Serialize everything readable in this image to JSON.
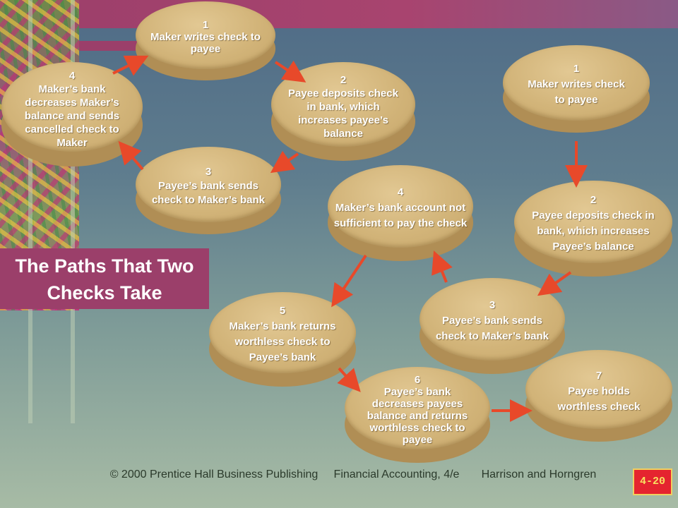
{
  "title": "The Paths That Two Checks Take",
  "colors": {
    "accent": "#9b3f6a",
    "arrow": "#e8492a",
    "node": "#d2b479"
  },
  "nodes": [
    {
      "id": "c1-1",
      "num": "1",
      "text": "Maker writes check to payee"
    },
    {
      "id": "c1-2",
      "num": "2",
      "text": "Payee deposits check in bank, which increases payee’s balance"
    },
    {
      "id": "c1-3",
      "num": "3",
      "text": "Payee’s bank sends check to Maker’s bank"
    },
    {
      "id": "c1-4",
      "num": "4",
      "text": "Maker’s bank decreases Maker’s balance and sends cancelled check to Maker"
    },
    {
      "id": "c2-1",
      "num": "1",
      "text": "Maker writes check to payee"
    },
    {
      "id": "c2-2",
      "num": "2",
      "text": "Payee deposits check in bank, which increases Payee’s balance"
    },
    {
      "id": "c2-3",
      "num": "3",
      "text": "Payee’s bank sends check to Maker’s bank"
    },
    {
      "id": "c2-4",
      "num": "4",
      "text": "Maker’s bank account not sufficient to pay the check"
    },
    {
      "id": "c2-5",
      "num": "5",
      "text": "Maker’s bank returns worthless check to Payee’s bank"
    },
    {
      "id": "c2-6",
      "num": "6",
      "text": "Payee’s bank decreases payees balance and returns worthless check to payee"
    },
    {
      "id": "c2-7",
      "num": "7",
      "text": "Payee holds worthless check"
    }
  ],
  "footer": {
    "copyright": "© 2000 Prentice Hall Business Publishing",
    "book": "Financial Accounting, 4/e",
    "authors": "Harrison and Horngren"
  },
  "slide_number": "4-20"
}
